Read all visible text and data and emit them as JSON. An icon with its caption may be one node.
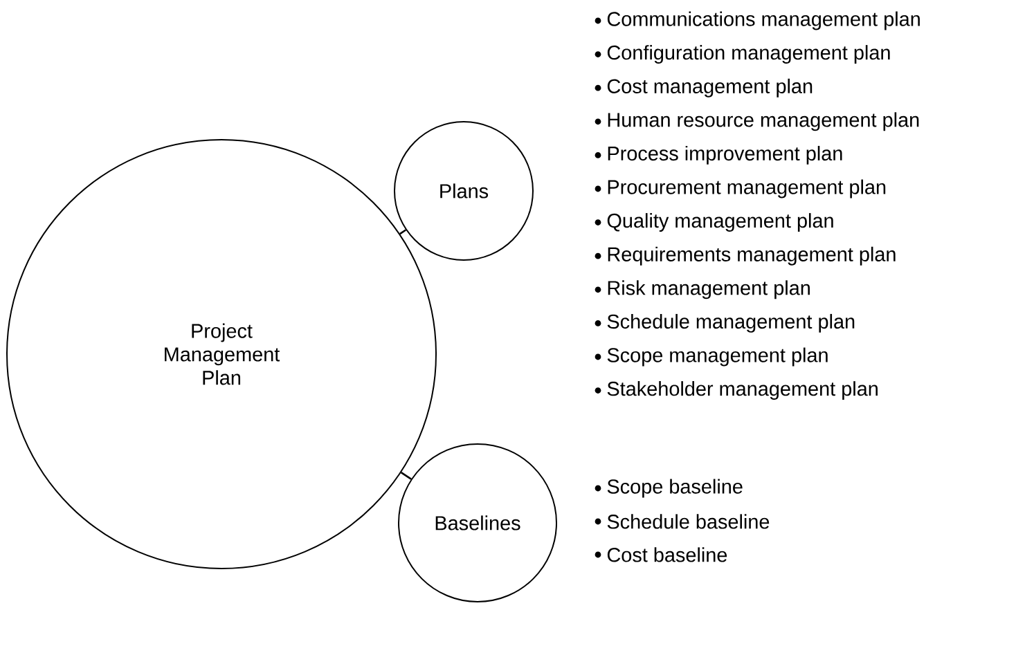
{
  "diagram": {
    "nodes": [
      {
        "text": [
          "Project Management Plan"
        ]
      },
      {
        "text": [
          "Plans"
        ],
        "beside": [
          "Communications management plan",
          "Configuration management plan",
          "Cost management plan",
          "Human resource management plan",
          "Process improvement plan",
          "Procurement management plan",
          "Quality management plan",
          "Requirements management plan",
          "Risk management plan",
          "Schedule management plan",
          "Scope management plan",
          "Stakeholder management plan"
        ]
      },
      {
        "text": [
          "Baselines"
        ],
        "beside": [
          "Scope baseline",
          "Schedule baseline",
          "Cost baseline"
        ]
      }
    ],
    "edges": [
      {
        "from": 0,
        "to": 1,
        "arrow": "none"
      },
      {
        "from": 0,
        "to": 2,
        "arrow": "none"
      }
    ]
  }
}
